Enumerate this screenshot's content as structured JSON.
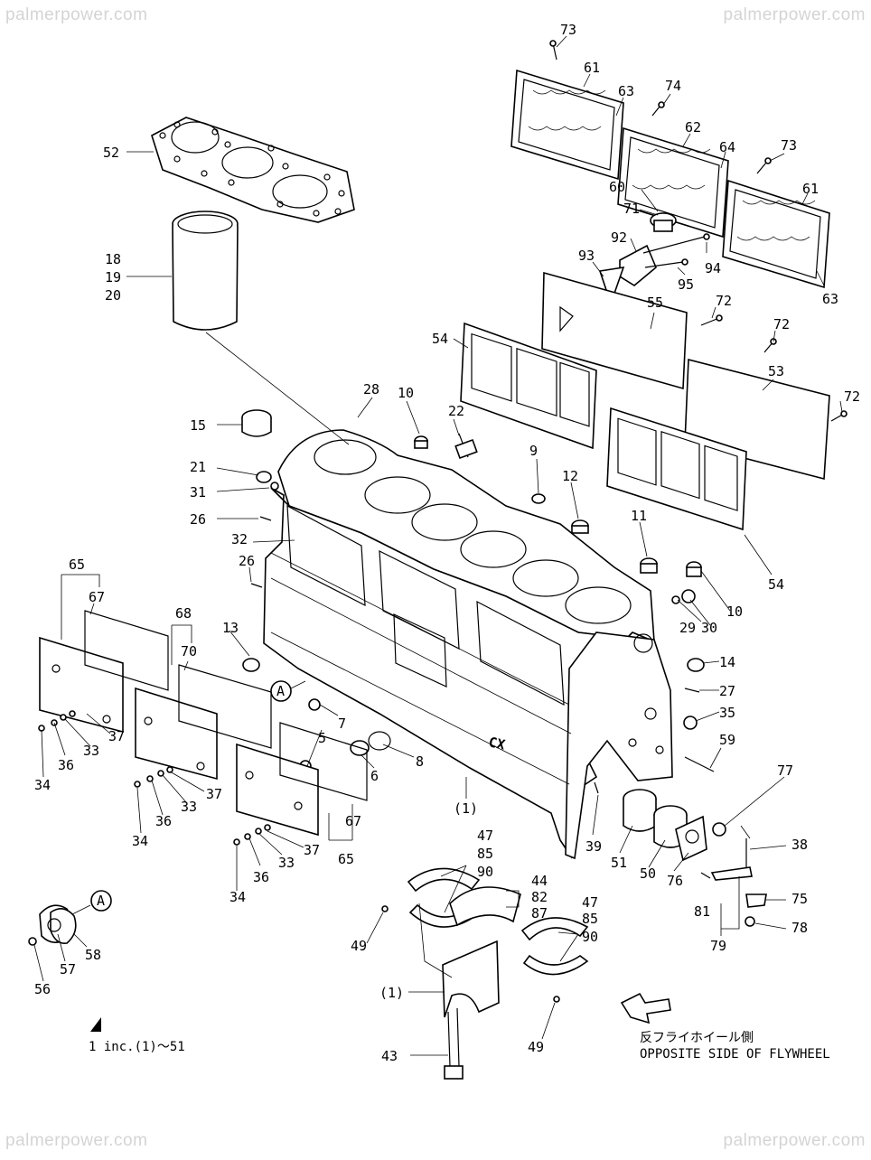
{
  "watermarks": {
    "top_left": "palmerpower.com",
    "top_right": "palmerpower.com",
    "bottom_left": "palmerpower.com",
    "bottom_right": "palmerpower.com"
  },
  "callouts": {
    "c73a": "73",
    "c61a": "61",
    "c63a": "63",
    "c74": "74",
    "c62": "62",
    "c64": "64",
    "c73b": "73",
    "c61b": "61",
    "c63b": "63",
    "c60": "60",
    "c71": "71",
    "c92": "92",
    "c93": "93",
    "c94": "94",
    "c95": "95",
    "c55": "55",
    "c72a": "72",
    "c72b": "72",
    "c72c": "72",
    "c53": "53",
    "c54a": "54",
    "c54b": "54",
    "c52": "52",
    "c18": "18",
    "c19": "19",
    "c20": "20",
    "c28": "28",
    "c10a": "10",
    "c22": "22",
    "c15": "15",
    "c21": "21",
    "c31": "31",
    "c26a": "26",
    "c32": "32",
    "c26b": "26",
    "c9": "9",
    "c12": "12",
    "c11": "11",
    "c10b": "10",
    "c29": "29",
    "c30": "30",
    "c14": "14",
    "c27": "27",
    "c35": "35",
    "c59": "59",
    "c13": "13",
    "c7": "7",
    "c5": "5",
    "c6": "6",
    "c8": "8",
    "c1a": "(1)",
    "c39": "39",
    "c51": "51",
    "c50": "50",
    "c76": "76",
    "c77": "77",
    "c38": "38",
    "c75": "75",
    "c81": "81",
    "c78": "78",
    "c79": "79",
    "c65a": "65",
    "c67a": "67",
    "c68": "68",
    "c70": "70",
    "c37a": "37",
    "c33a": "33",
    "c36a": "36",
    "c34a": "34",
    "c37b": "37",
    "c33b": "33",
    "c36b": "36",
    "c34b": "34",
    "c37c": "37",
    "c33c": "33",
    "c36c": "36",
    "c34c": "34",
    "c67b": "67",
    "c65b": "65",
    "c47a": "47",
    "c85a": "85",
    "c90a": "90",
    "c44": "44",
    "c82": "82",
    "c87": "87",
    "c47b": "47",
    "c85b": "85",
    "c90b": "90",
    "c49a": "49",
    "c49b": "49",
    "c1b": "(1)",
    "c43": "43",
    "c56": "56",
    "c57": "57",
    "c58": "58"
  },
  "markers": {
    "circle_a1": "A",
    "circle_a2": "A",
    "block_mark": "CX"
  },
  "notes": {
    "includes": "1 inc.(1)～51",
    "flywheel_jp": "反フライホイール側",
    "flywheel_en": "OPPOSITE SIDE OF FLYWHEEL"
  }
}
